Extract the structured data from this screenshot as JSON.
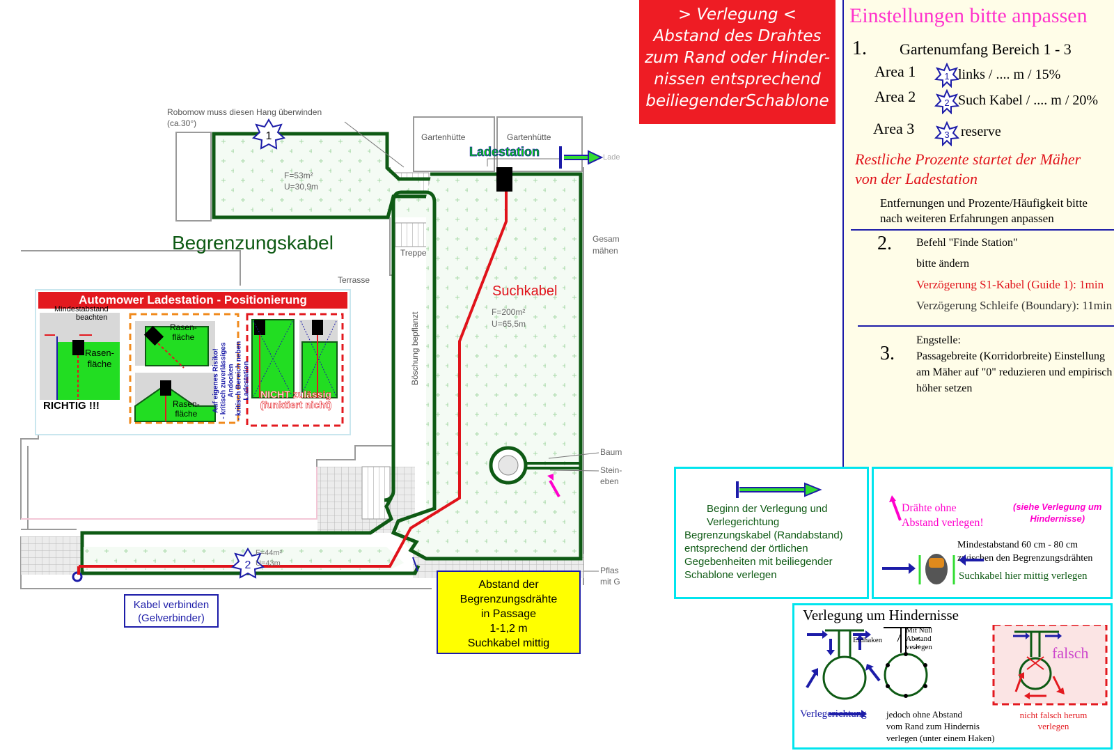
{
  "verlegung": {
    "lines": [
      "> Verlegung <",
      "Abstand des Drahtes",
      "zum Rand oder Hinder-",
      "nissen entsprechend",
      "beiliegenderSchablone"
    ]
  },
  "settings": {
    "title": "Einstellungen bitte anpassen",
    "s1_num": "1.",
    "s1_title": "Gartenumfang Bereich 1 - 3",
    "areas": [
      {
        "label": "Area 1",
        "badge": "1",
        "text": "links / .... m / 15%"
      },
      {
        "label": "Area 2",
        "badge": "2",
        "text": "Such Kabel / .... m / 20%"
      },
      {
        "label": "Area 3",
        "badge": "3",
        "text": "reserve"
      }
    ],
    "rest_line1": "Restliche Prozente  startet der Mäher",
    "rest_line2": "von der Ladestation",
    "note_line1": "Entfernungen und Prozente/Häufigkeit bitte",
    "note_line2": "nach weiteren Erfahrungen anpassen",
    "s2_num": "2.",
    "s2_line1": "Befehl \"Finde Station\"",
    "s2_line2": "bitte ändern",
    "s2_line3": "Verzögerung S1-Kabel (Guide 1): 1min",
    "s2_line4": "Verzögerung Schleife (Boundary): 11min",
    "s3_num": "3.",
    "s3_line1": "Engstelle:",
    "s3_line2": "Passagebreite (Korridorbreite) Einstellung",
    "s3_line3": "am Mäher auf \"0\" reduzieren und empirisch",
    "s3_line4": "höher setzen"
  },
  "plan": {
    "slope_note1": "Robomow muss diesen Hang überwinden",
    "slope_note2": "(ca.30°)",
    "badge1": "1",
    "badge2": "2",
    "small_area_f": "F=53m²",
    "small_area_u": "U=30,9m",
    "gartenhuette1": "Gartenhütte",
    "gartenhuette2": "Gartenhütte",
    "ladestation": "Ladestation",
    "lade_cut": "Lade",
    "begrenzungskabel": "Begrenzungskabel",
    "treppe": "Treppe",
    "terrasse": "Terrasse",
    "suchkabel": "Suchkabel",
    "big_area_f": "F=200m²",
    "big_area_u": "U=65,5m",
    "boeschung": "Böschung bepflanzt",
    "gesamt1": "Gesam",
    "gesamt2": "mähen",
    "baum": "Baum",
    "stein1": "Stein-",
    "stein2": "eben",
    "pflas1": "Pflas",
    "pflas2": "mit G",
    "strip_f": "F=44m²",
    "strip_u": "U=43m",
    "kabel_verbinden1": "Kabel verbinden",
    "kabel_verbinden2": "(Gelverbinder)",
    "yellow_lines": [
      "Abstand der",
      "Begrenzungsdrähte",
      "in Passage",
      "1-1,2 m",
      "Suchkabel mittig"
    ]
  },
  "automower": {
    "title": "Automower Ladestation - Positionierung",
    "mindest1": "Mindestabstand",
    "mindest2": "beachten",
    "rasen1": "Rasen-",
    "rasen2": "fläche",
    "richtig": "RICHTIG !!!",
    "risiko1": "Auf eigenes Risiko!",
    "risiko2": "- kritisch zuverlässiges Andocken",
    "risiko3": "- kritisch Bereich neben Ladestation",
    "nicht1": "NICHT zulässig",
    "nicht2": "(funktiert nicht)"
  },
  "legend": {
    "beginn_lines": [
      "Beginn der Verlegung und",
      "Verlegerichtung",
      "Begrenzungskabel (Randabstand)",
      "entsprechend der örtlichen",
      "Gegebenheiten mit beiliegender",
      "Schablone verlegen"
    ],
    "draehte1": "Drähte ohne",
    "draehte2": "Abstand verlegen!",
    "siehe1": "(siehe Verlegung um",
    "siehe2": "Hindernisse)",
    "mindest1": "Mindestabstand 60 cm - 80 cm",
    "mindest2": "zwischen den Begrenzungsdrähten",
    "such_mittig": "Suchkabel hier mittig verlegen"
  },
  "hindernisse": {
    "title": "Verlegung um Hindernisse",
    "erdhaken": "Erdhaken",
    "mitnull1": "Mit Null",
    "mitnull2": "Abstand",
    "mitnull3": "verlegen",
    "falsch": "falsch",
    "verlegerichtung": "Verlegerichtung",
    "jedoch1": "jedoch ohne Abstand",
    "jedoch2": "vom Rand zum Hindernis",
    "jedoch3": "verlegen (unter einem Haken)",
    "nicht1": "nicht falsch herum",
    "nicht2": "verlegen"
  },
  "colors": {
    "boundary": "#0e5a14",
    "guide": "#e0121a",
    "lawn": "#f2fbf2",
    "accent_blue": "#1c1ca8",
    "pink": "#ff00cc"
  }
}
